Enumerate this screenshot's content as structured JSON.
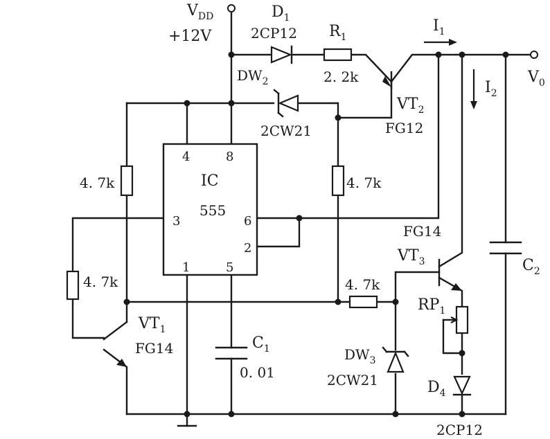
{
  "supply": {
    "name": "V",
    "sub": "DD",
    "voltage": "+12V"
  },
  "output": {
    "name": "V",
    "sub": "0"
  },
  "ic": {
    "name": "IC",
    "model": "555",
    "pins": {
      "p1": "1",
      "p3": "3",
      "p4": "4",
      "p5": "5",
      "p6": "6",
      "p2": "2",
      "p8": "8"
    }
  },
  "d1": {
    "name": "D",
    "sub": "1",
    "model": "2CP12"
  },
  "r1": {
    "name": "R",
    "sub": "1",
    "value": "2. 2k"
  },
  "dw2": {
    "name": "DW",
    "sub": "2",
    "model": "2CW21"
  },
  "vt2": {
    "name": "VT",
    "sub": "2",
    "model": "FG12"
  },
  "i1": {
    "name": "I",
    "sub": "1"
  },
  "i2": {
    "name": "I",
    "sub": "2"
  },
  "r_left": {
    "value": "4. 7k"
  },
  "r_mid": {
    "value": "4. 7k"
  },
  "r_base1": {
    "value": "4. 7k"
  },
  "r_base3": {
    "value": "4. 7k"
  },
  "vt1": {
    "name": "VT",
    "sub": "1",
    "model": "FG14"
  },
  "vt3": {
    "name": "VT",
    "sub": "3",
    "model": "FG14"
  },
  "c1": {
    "name": "C",
    "sub": "1",
    "value": "0. 01"
  },
  "c2": {
    "name": "C",
    "sub": "2"
  },
  "dw3": {
    "name": "DW",
    "sub": "3",
    "model": "2CW21"
  },
  "rp1": {
    "name": "RP",
    "sub": "1"
  },
  "d4": {
    "name": "D",
    "sub": "4",
    "model": "2CP12"
  }
}
